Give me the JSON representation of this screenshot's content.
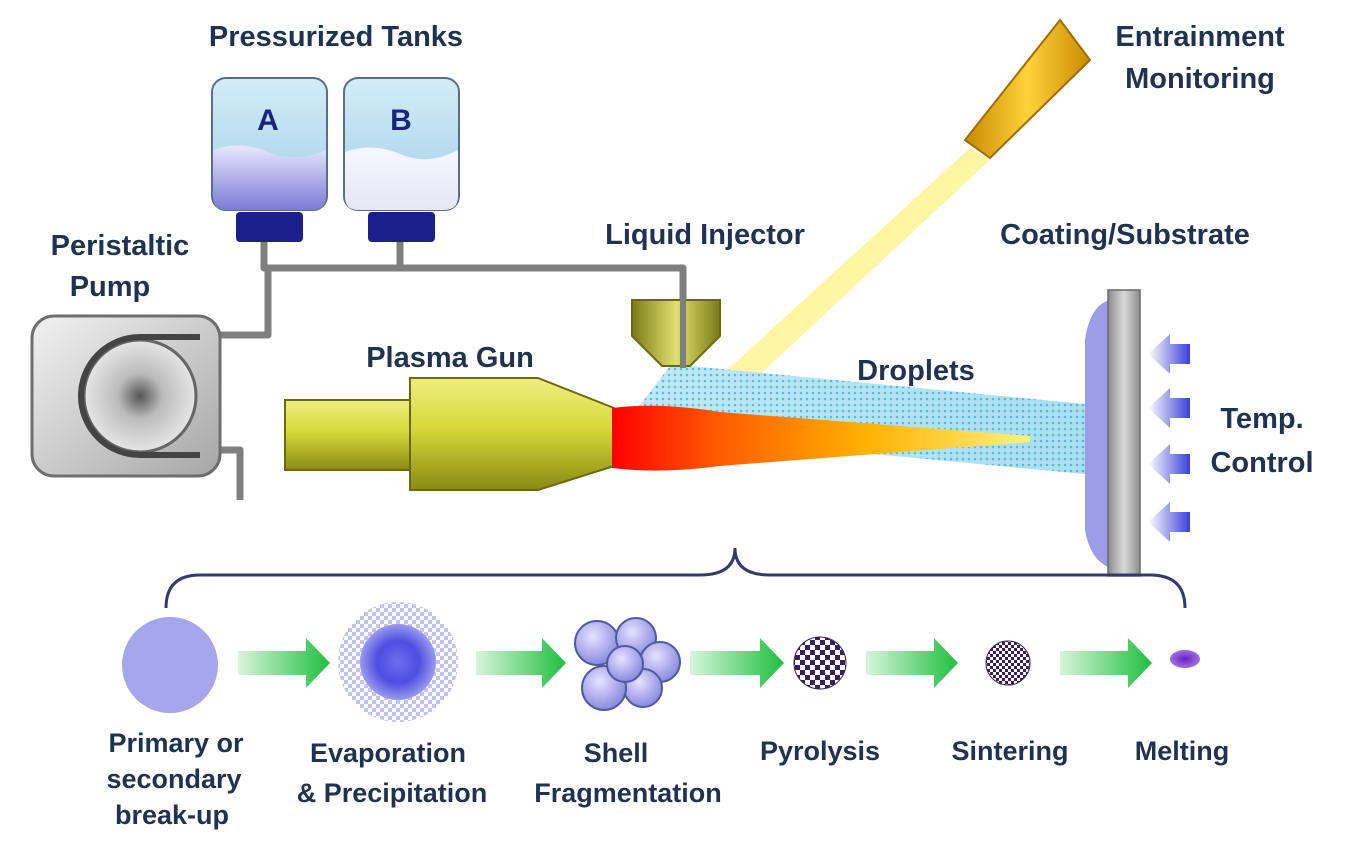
{
  "labels": {
    "pressurized_tanks": "Pressurized Tanks",
    "tank_a": "A",
    "tank_b": "B",
    "entrainment": [
      "Entrainment",
      "Monitoring"
    ],
    "peristaltic_pump": [
      "Peristaltic",
      "Pump"
    ],
    "liquid_injector": "Liquid Injector",
    "coating_substrate": "Coating/Substrate",
    "plasma_gun": "Plasma Gun",
    "droplets": "Droplets",
    "temp_control": [
      "Temp.",
      "Control"
    ]
  },
  "stages": [
    {
      "lines": [
        "Primary or",
        "secondary",
        "break-up"
      ]
    },
    {
      "lines": [
        "Evaporation",
        "& Precipitation"
      ]
    },
    {
      "lines": [
        "Shell",
        "Fragmentation"
      ]
    },
    {
      "lines": [
        "Pyrolysis"
      ]
    },
    {
      "lines": [
        "Sintering"
      ]
    },
    {
      "lines": [
        "Melting"
      ]
    }
  ],
  "colors": {
    "label_text": "#1f3350",
    "flow_arrow": "#22c55e",
    "droplet_blue": "#8a8ce6",
    "substrate_purple": "#9c9ce8"
  }
}
